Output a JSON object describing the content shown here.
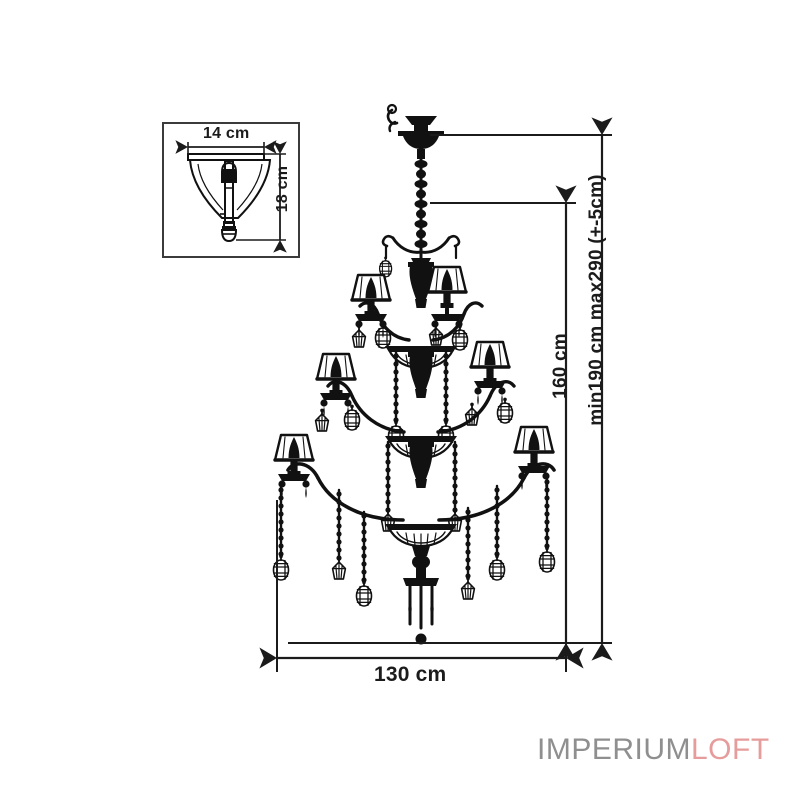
{
  "document": {
    "type": "product-dimension-drawing",
    "subject": "multi-tier crystal chandelier",
    "background_color": "#ffffff",
    "line_color": "#1b1b1b"
  },
  "dimensions": {
    "width": {
      "label": "130 cm",
      "value": 130,
      "unit": "cm",
      "orientation": "horizontal",
      "position": "bottom"
    },
    "body_height": {
      "label": "160 cm",
      "value": 160,
      "unit": "cm",
      "orientation": "vertical",
      "position": "right-inner"
    },
    "total_height": {
      "label": "min190 cm max290 (+-5cm)",
      "min": 190,
      "max": 290,
      "tolerance": "+-5cm",
      "unit": "cm",
      "orientation": "vertical",
      "position": "right-outer"
    }
  },
  "inset": {
    "title_hidden": true,
    "shade_width": {
      "label": "14 cm",
      "value": 14,
      "unit": "cm",
      "orientation": "horizontal"
    },
    "shade_height": {
      "label": "18 cm",
      "value": 18,
      "unit": "cm",
      "orientation": "vertical"
    },
    "border_color": "#3b3b3b"
  },
  "logo": {
    "primary_text": "IMPERIUM",
    "secondary_text": "LOFT",
    "primary_color": "#8f8f8f",
    "secondary_color": "#e79c9c"
  }
}
